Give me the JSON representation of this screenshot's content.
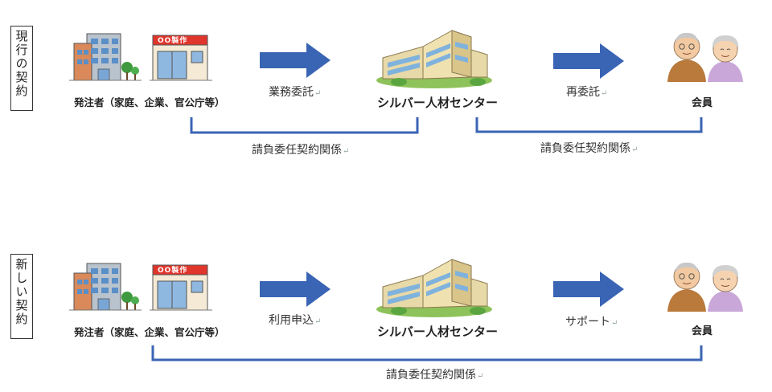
{
  "current": {
    "section_label": "現行の契約",
    "client_label": "発注者（家庭、企業、官公庁等）",
    "shop_sign": "OO製作",
    "arrow1_label": "業務委託",
    "center_label": "シルバー人材センター",
    "arrow2_label": "再委託",
    "member_label": "会員",
    "bracket1_label": "請負委任契約関係",
    "bracket2_label": "請負委任契約関係"
  },
  "new": {
    "section_label": "新しい契約",
    "client_label": "発注者（家庭、企業、官公庁等）",
    "shop_sign": "OO製作",
    "arrow1_label": "利用申込",
    "center_label": "シルバー人材センター",
    "arrow2_label": "サポート",
    "member_label": "会員",
    "bracket_label": "請負委任契約関係"
  },
  "colors": {
    "arrow": "#3a64b4",
    "bracket": "#3a64b4"
  }
}
